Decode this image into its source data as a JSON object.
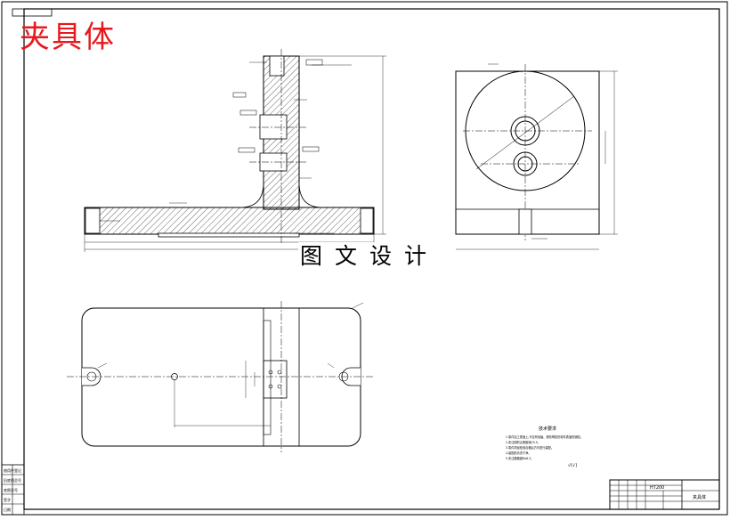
{
  "title_red": "夹具体",
  "watermark": "图文设计",
  "tech_notes": {
    "heading": "技术要求",
    "lines": [
      "1.零件加工表面上,不应有划痕、擦伤等损伤零件表面的缺陷。",
      "2.未注明的尖角倒钝C0.5。",
      "3.零件须经检验合格后方可进行装配。",
      "4.装配前清洗干净。",
      "5.未注粗糙度Ra6.3。"
    ],
    "roughness": "√(√)"
  },
  "title_block": {
    "material": "HT200",
    "name": "夹具体"
  },
  "left_strip": [
    "借用件登记",
    "旧底图总号",
    "底图总号",
    "签字",
    "日期"
  ]
}
